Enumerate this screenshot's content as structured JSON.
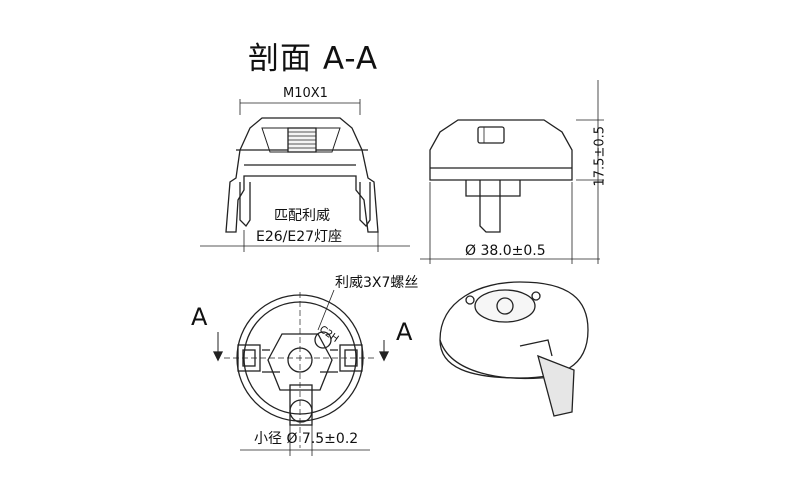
{
  "title": "剖面 A-A",
  "thread_label": "M10X1",
  "match_line1": "匹配利威",
  "match_line2": "E26/E27灯座",
  "diameter_label": "Ø 38.0±0.5",
  "height_label": "17.5±0.5",
  "screw_label": "利威3X7螺丝",
  "section_marker_left": "A",
  "section_marker_right": "A",
  "hole_label": "小径 Ø 7.5±0.2",
  "part_marking": "C2H",
  "colors": {
    "line": "#222222",
    "fill": "#ffffff",
    "shade": "#e6e6e6"
  }
}
